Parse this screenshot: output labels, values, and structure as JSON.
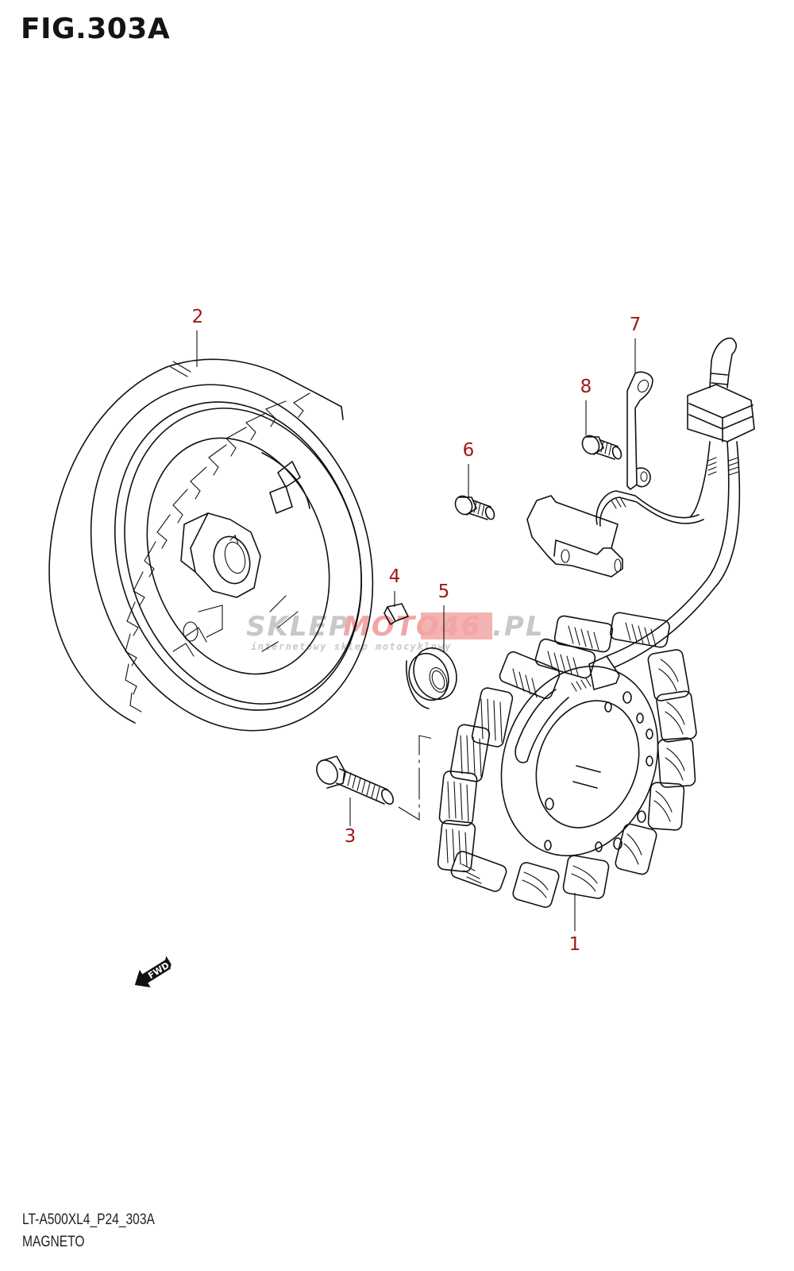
{
  "figure": {
    "title": "FIG.303A",
    "model_code": "LT-A500XL4_P24_303A",
    "section_name": "MAGNETO"
  },
  "callouts": [
    {
      "number": "1",
      "part": "stator"
    },
    {
      "number": "2",
      "part": "rotor"
    },
    {
      "number": "3",
      "part": "bolt"
    },
    {
      "number": "4",
      "part": "key"
    },
    {
      "number": "5",
      "part": "nut"
    },
    {
      "number": "6",
      "part": "bolt"
    },
    {
      "number": "7",
      "part": "clamp"
    },
    {
      "number": "8",
      "part": "bolt"
    }
  ],
  "direction_marker": {
    "label": "FWD",
    "icon": "fwd-arrow-icon"
  },
  "watermark": {
    "brand_gray": "SKLEP",
    "brand_red": "MOTO46",
    "domain": ".PL",
    "tagline": "internetowy sklep motocyklowy"
  },
  "colors": {
    "callout": "#a01818",
    "line": "#111111",
    "watermark_gray": "#c8c8c8",
    "watermark_red": "#f3a5a5"
  }
}
